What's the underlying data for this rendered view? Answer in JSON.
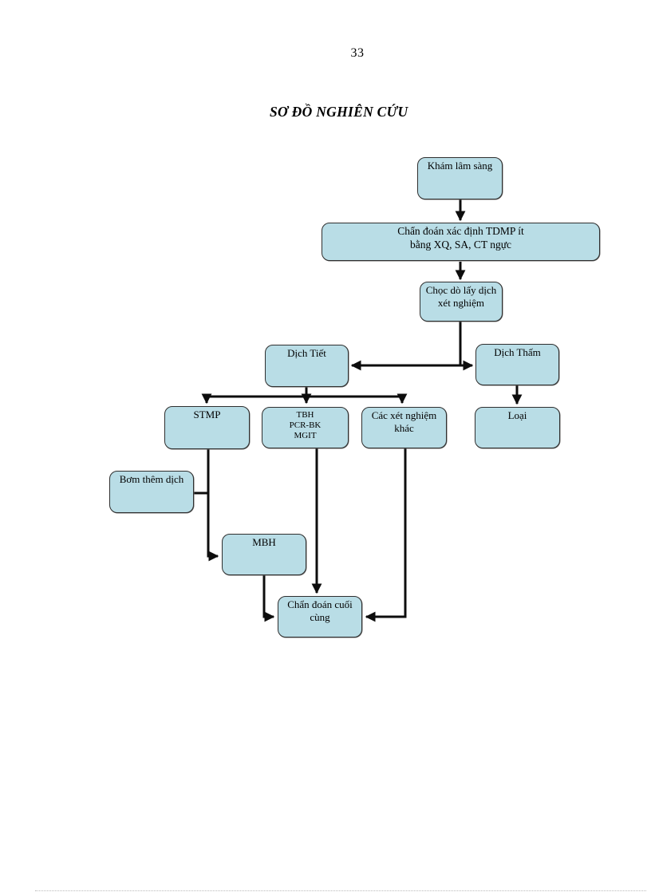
{
  "page": {
    "number": "33",
    "title": "SƠ ĐỒ NGHIÊN CỨU"
  },
  "colors": {
    "node_fill": "#b9dde6",
    "node_border": "#2f2f2f",
    "connector": "#0d0d0d"
  },
  "nodes": {
    "kham_lam_sang": "Khám lâm sàng",
    "chan_doan_xac_dinh": "Chẩn đoán xác định TDMP ít\nbằng XQ, SA, CT ngực",
    "choc_do": "Chọc dò lấy dịch\nxét nghiệm",
    "dich_tiet": "Dịch Tiết",
    "dich_tham": "Dịch Thấm",
    "stmp": "STMP",
    "tbh": "TBH\nPCR-BK\nMGIT",
    "cac_xet_nghiem_khac": "Các xét nghiệm\nkhác",
    "loai": "Loại",
    "bom_them_dich": "Bơm thêm dịch",
    "mbh": "MBH",
    "chan_doan_cuoi_cung": "Chẩn đoán cuối\ncùng"
  },
  "edges": [
    {
      "from": "kham_lam_sang",
      "to": "chan_doan_xac_dinh"
    },
    {
      "from": "chan_doan_xac_dinh",
      "to": "choc_do"
    },
    {
      "from": "choc_do",
      "to": "dich_tiet"
    },
    {
      "from": "choc_do",
      "to": "dich_tham"
    },
    {
      "from": "dich_tiet",
      "to": "stmp"
    },
    {
      "from": "dich_tiet",
      "to": "tbh"
    },
    {
      "from": "dich_tiet",
      "to": "cac_xet_nghiem_khac"
    },
    {
      "from": "dich_tham",
      "to": "loai"
    },
    {
      "from": "stmp",
      "to": "mbh"
    },
    {
      "from": "bom_them_dich",
      "to": "mbh"
    },
    {
      "from": "tbh",
      "to": "chan_doan_cuoi_cung"
    },
    {
      "from": "cac_xet_nghiem_khac",
      "to": "chan_doan_cuoi_cung"
    },
    {
      "from": "mbh",
      "to": "chan_doan_cuoi_cung"
    }
  ]
}
